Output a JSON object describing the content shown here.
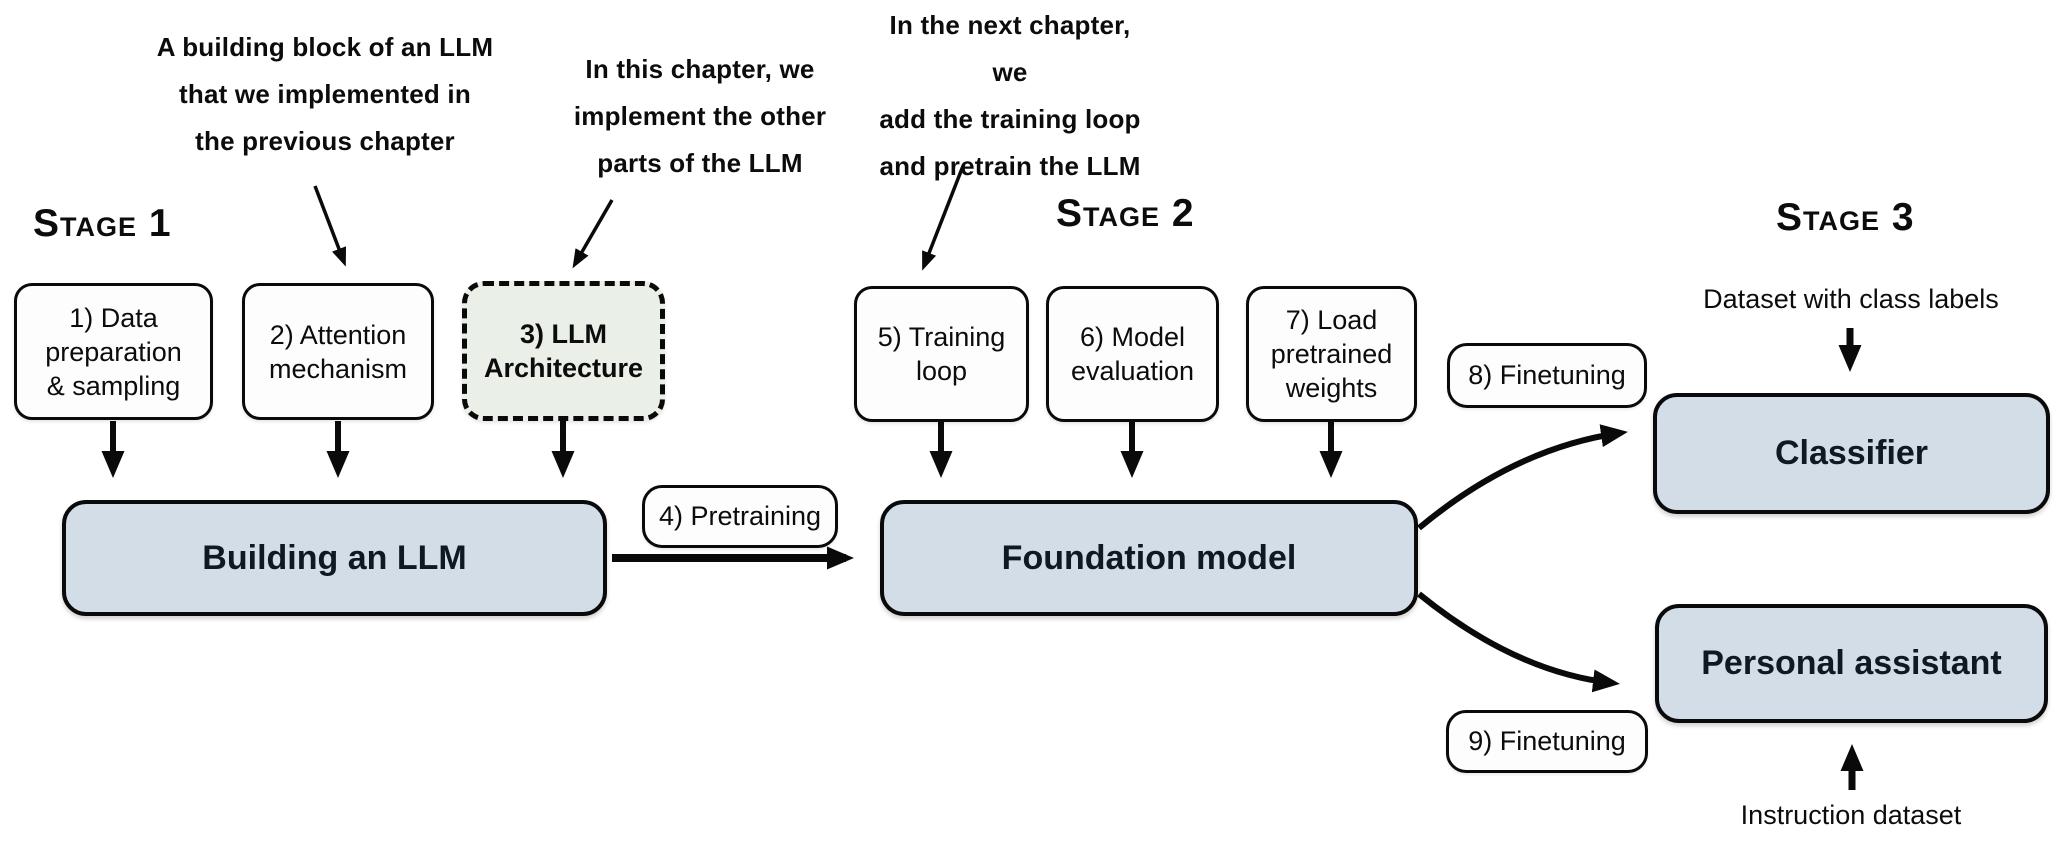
{
  "stages": {
    "stage1": "Stage 1",
    "stage2": "Stage 2",
    "stage3": "Stage 3"
  },
  "annotations": {
    "prev_chapter": "A building block of an LLM\nthat we implemented in\nthe previous chapter",
    "this_chapter": "In this chapter, we\nimplement the other\nparts of the LLM",
    "next_chapter": "In the next chapter, we\nadd the training loop\nand pretrain the LLM",
    "dataset_class_labels": "Dataset with class labels",
    "instruction_dataset": "Instruction dataset"
  },
  "steps": {
    "step1": "1) Data\npreparation\n& sampling",
    "step2": "2) Attention\nmechanism",
    "step3": "3) LLM\nArchitecture",
    "step4": "4) Pretraining",
    "step5": "5) Training\nloop",
    "step6": "6) Model\nevaluation",
    "step7": "7) Load\npretrained\nweights",
    "step8": "8) Finetuning",
    "step9": "9) Finetuning"
  },
  "nodes": {
    "building_llm": "Building an LLM",
    "foundation_model": "Foundation model",
    "classifier": "Classifier",
    "personal_assistant": "Personal assistant"
  },
  "colors": {
    "node_fill": "#d3dde8",
    "highlight_fill": "#eaf0e7",
    "box_fill": "#fdfdfd",
    "border": "#0a0a0a",
    "node_text": "#101822",
    "text": "#0c0c0c"
  }
}
